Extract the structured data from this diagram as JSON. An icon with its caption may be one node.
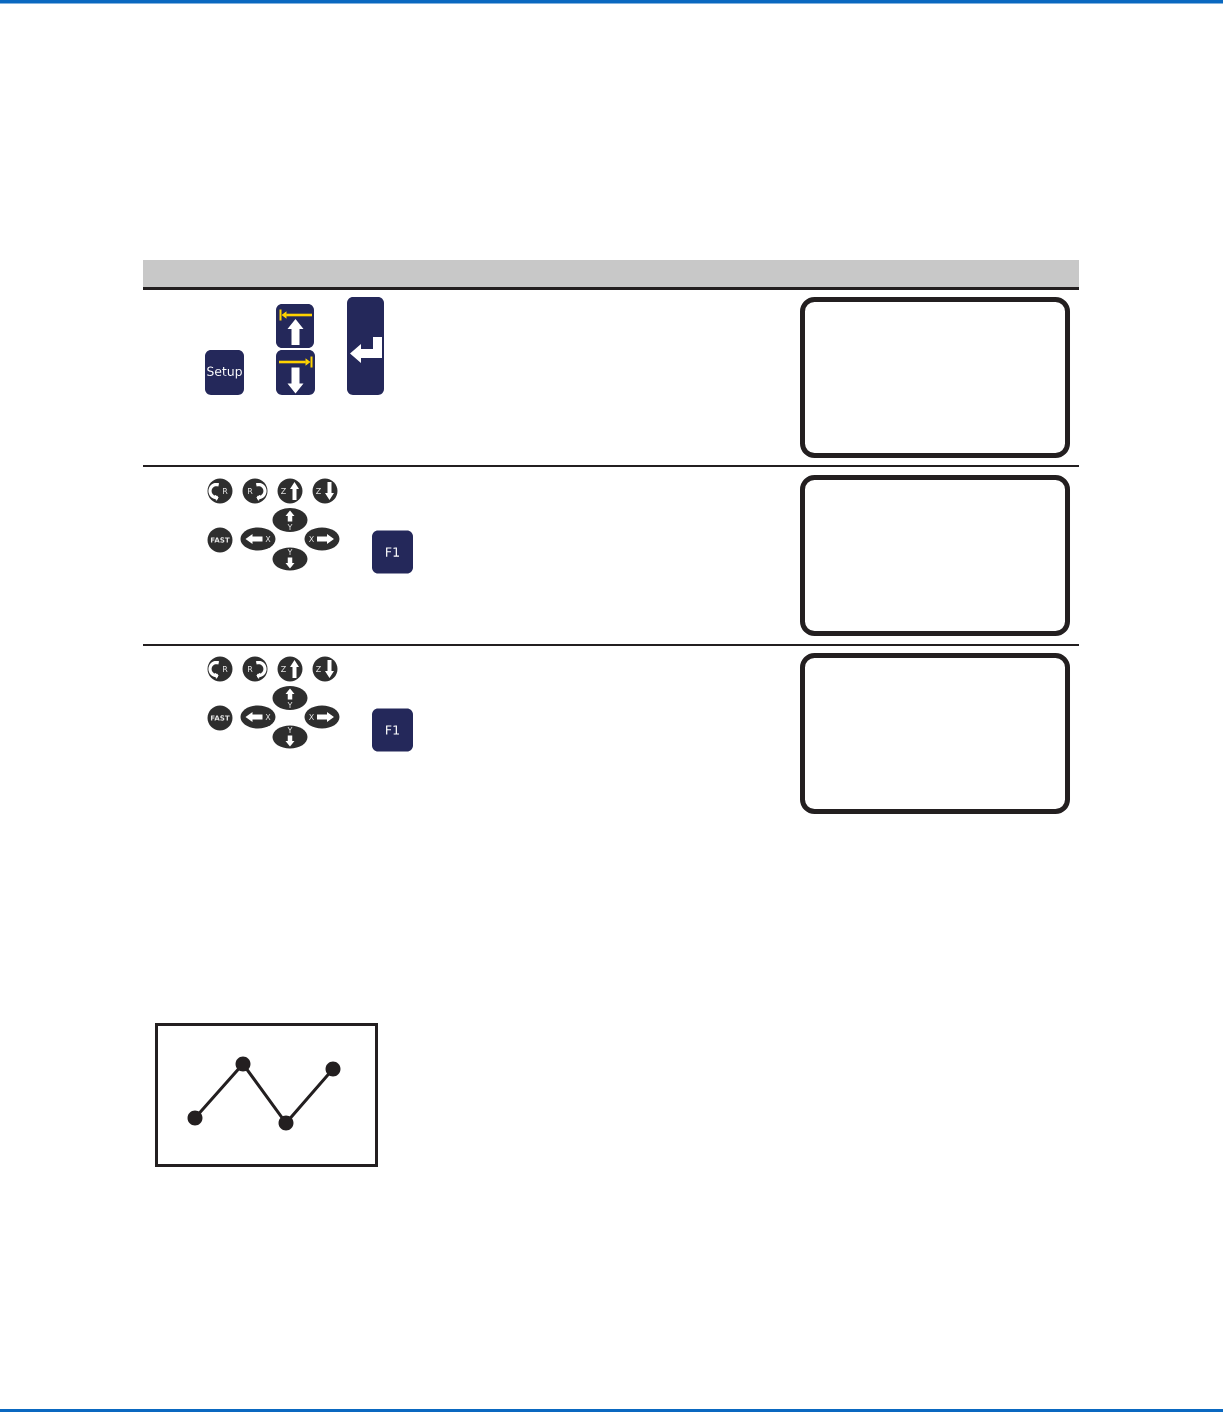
{
  "diagram": {
    "nodes": [
      {
        "text": [
          "Setup"
        ]
      },
      {
        "text": [],
        "shape": "box"
      },
      {
        "text": [],
        "shape": "box"
      },
      {
        "text": [],
        "shape": "box"
      },
      {
        "text": [],
        "shape": "box"
      },
      {
        "text": [
          "R"
        ]
      },
      {
        "text": [
          "R"
        ]
      },
      {
        "text": [
          "Z"
        ]
      },
      {
        "text": [
          "Z"
        ]
      },
      {
        "text": [
          "Y"
        ]
      },
      {
        "text": [
          "FAST"
        ]
      },
      {
        "text": [
          "X"
        ]
      },
      {
        "text": [
          "X"
        ]
      },
      {
        "text": [
          "Y"
        ]
      },
      {
        "text": [
          "F1"
        ]
      },
      {
        "text": [],
        "shape": "box"
      },
      {
        "text": [
          "R"
        ]
      },
      {
        "text": [
          "R"
        ]
      },
      {
        "text": [
          "Z"
        ]
      },
      {
        "text": [
          "Z"
        ]
      },
      {
        "text": [
          "Y"
        ]
      },
      {
        "text": [
          "FAST"
        ]
      },
      {
        "text": [
          "X"
        ]
      },
      {
        "text": [
          "X"
        ]
      },
      {
        "text": [
          "Y"
        ]
      },
      {
        "text": [
          "F1"
        ]
      },
      {
        "text": [],
        "shape": "box"
      }
    ]
  }
}
